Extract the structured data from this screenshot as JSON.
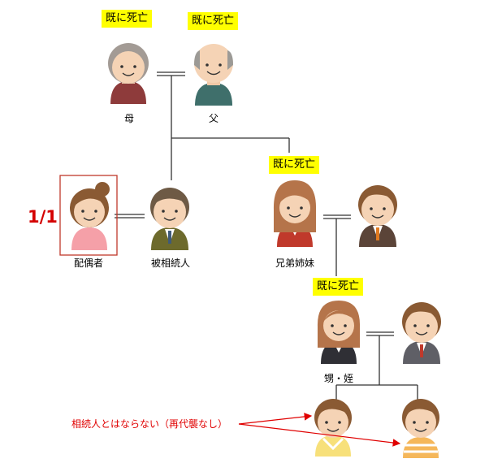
{
  "status_label": "既に死亡",
  "people": {
    "mother": "母",
    "father": "父",
    "spouse": "配偶者",
    "decedent": "被相続人",
    "sibling": "兄弟姉妹",
    "nephew_niece": "甥・姪"
  },
  "spouse_share": "1/1",
  "note": "相続人とはならない（再代襲なし）",
  "colors": {
    "badge": "#ffff00",
    "highlight_box": "#c0392b",
    "note_text": "#e00000",
    "arrow": "#e00000",
    "line": "#333333"
  }
}
